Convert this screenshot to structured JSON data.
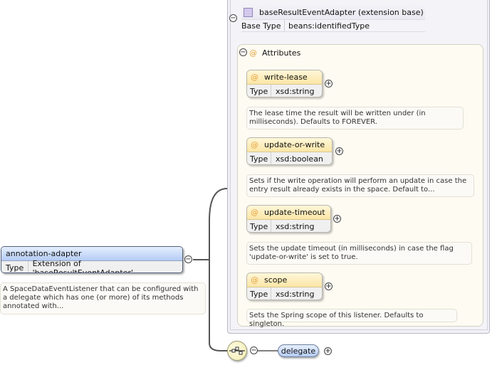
{
  "extension_base": {
    "name": "baseResultEventAdapter (extension base)",
    "base_type_label": "Base Type",
    "base_type_value": "beans:identifiedType"
  },
  "attributes_group": {
    "title": "Attributes",
    "items": [
      {
        "name": "write-lease",
        "type_label": "Type",
        "type": "xsd:string",
        "description": "The lease time the result will be written under (in milliseconds). Defaults to FOREVER."
      },
      {
        "name": "update-or-write",
        "type_label": "Type",
        "type": "xsd:boolean",
        "description": "Sets if the write operation will perform an update in case the entry result already exists in the space. Default to..."
      },
      {
        "name": "update-timeout",
        "type_label": "Type",
        "type": "xsd:string",
        "description": "Sets the update timeout (in milliseconds) in case the flag 'update-or-write' is set to true."
      },
      {
        "name": "scope",
        "type_label": "Type",
        "type": "xsd:string",
        "description": "Sets the Spring scope of this listener. Defaults to singleton."
      }
    ]
  },
  "element": {
    "name": "annotation-adapter",
    "type_label": "Type",
    "type_value": "Extension of 'baseResultEventAdapter'",
    "description": "A SpaceDataEventListener that can be configured with a delegate which has one (or more) of its methods annotated with..."
  },
  "child": {
    "name": "delegate"
  },
  "symbols": {
    "attribute": "@",
    "expand": "+",
    "collapse": "−"
  },
  "colors": {
    "element_header": "#b5ccf4",
    "attribute_header": "#fbe6a6",
    "connector": "#555555"
  }
}
